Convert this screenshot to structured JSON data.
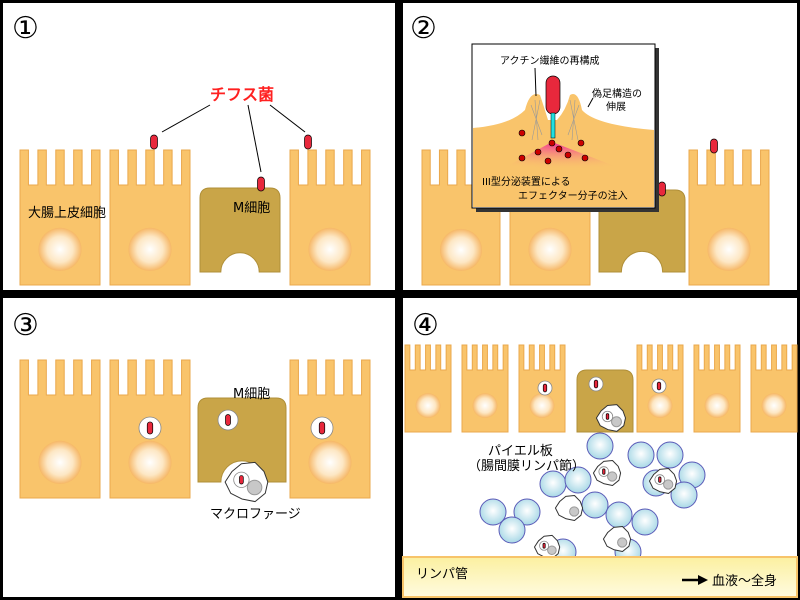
{
  "panels": {
    "p1": {
      "number": "①",
      "bacteria_label": "チフス菌",
      "epithelial_label": "大腸上皮細胞",
      "mcell_label": "M細胞"
    },
    "p2": {
      "number": "②",
      "actin_label": "アクチン繊維の再構成",
      "pseudopod_label_1": "偽足構造の",
      "pseudopod_label_2": "伸展",
      "t3ss_label_1": "III型分泌装置による",
      "t3ss_label_2": "エフェクター分子の注入"
    },
    "p3": {
      "number": "③",
      "mcell_label": "M細胞",
      "macrophage_label": "マクロファージ"
    },
    "p4": {
      "number": "④",
      "peyer_label_1": "パイエル板",
      "peyer_label_2": "（腸間膜リンパ節）",
      "lymph_label": "リンパ管",
      "blood_label": "血液〜全身"
    }
  },
  "colors": {
    "cell": "#f9c46b",
    "cell_border": "#eaa84c",
    "mcell": "#c9a548",
    "bacteria": "#e8283c",
    "label_red": "#ff2020",
    "lymphocyte": "#bfe3ee",
    "lymph": "#fbf3a0"
  }
}
